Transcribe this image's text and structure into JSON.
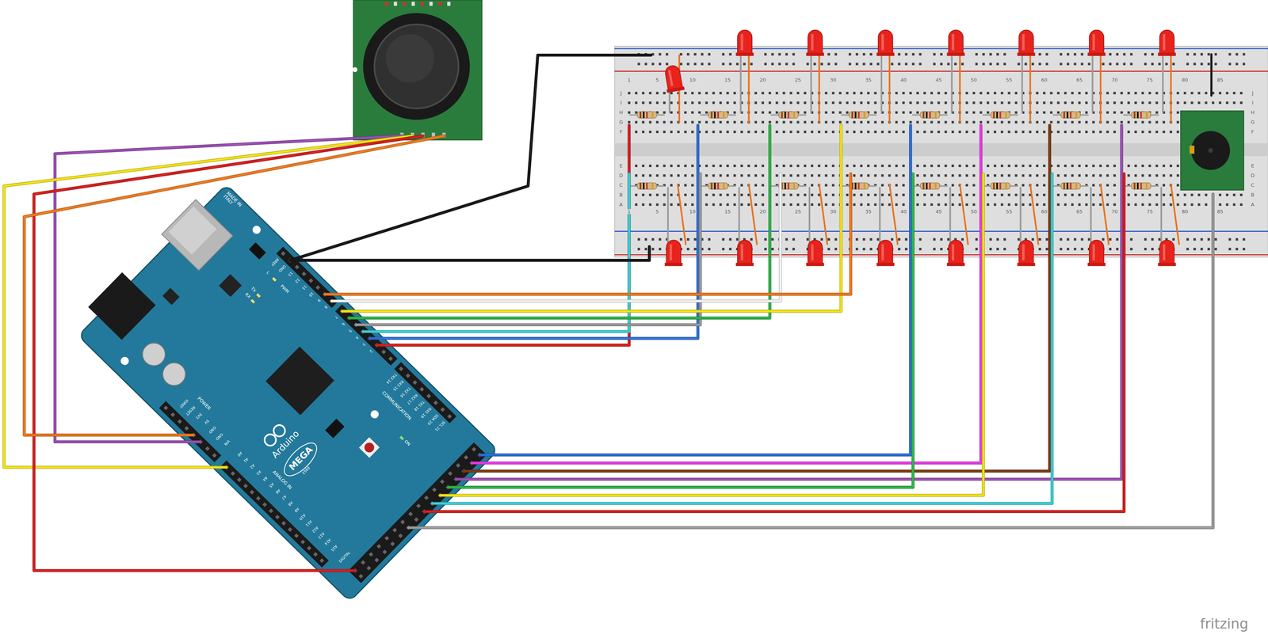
{
  "diagram": {
    "labels": [
      "fritzing",
      "MADE IN ITALY",
      "AREF",
      "GND",
      "13",
      "12",
      "11",
      "10",
      "9",
      "8",
      "7",
      "6",
      "5",
      "4",
      "3",
      "2",
      "TX3 14",
      "RX3 15",
      "TX2 16",
      "RX2 17",
      "TX1 18",
      "RX1 19",
      "SDA 20",
      "SCL 21",
      "L",
      "PWM",
      "TX",
      "RX",
      "COMMUNICATION",
      "ON",
      "Arduino",
      "MEGA",
      "2560",
      "POWER",
      "IOREF",
      "RESET",
      "3V3",
      "5V",
      "GND",
      "GND",
      "VIN",
      "ANALOG IN",
      "A0",
      "A1",
      "A2",
      "A3",
      "A4",
      "A5",
      "A6",
      "A7",
      "A8",
      "A9",
      "A10",
      "A11",
      "A12",
      "A13",
      "A14",
      "A15",
      "DIGITAL",
      "1",
      "5",
      "10",
      "15",
      "20",
      "25",
      "30",
      "35",
      "40",
      "45",
      "50",
      "55",
      "60",
      "65",
      "70",
      "75",
      "80",
      "85",
      "1",
      "5",
      "10",
      "15",
      "20",
      "25",
      "30",
      "35",
      "40",
      "45",
      "50",
      "55",
      "60",
      "65",
      "70",
      "75",
      "80",
      "85",
      "J",
      "I",
      "H",
      "G",
      "F",
      "E",
      "D",
      "C",
      "B",
      "A",
      "J",
      "I",
      "H",
      "G",
      "F",
      "E",
      "D",
      "C",
      "B",
      "A"
    ]
  }
}
